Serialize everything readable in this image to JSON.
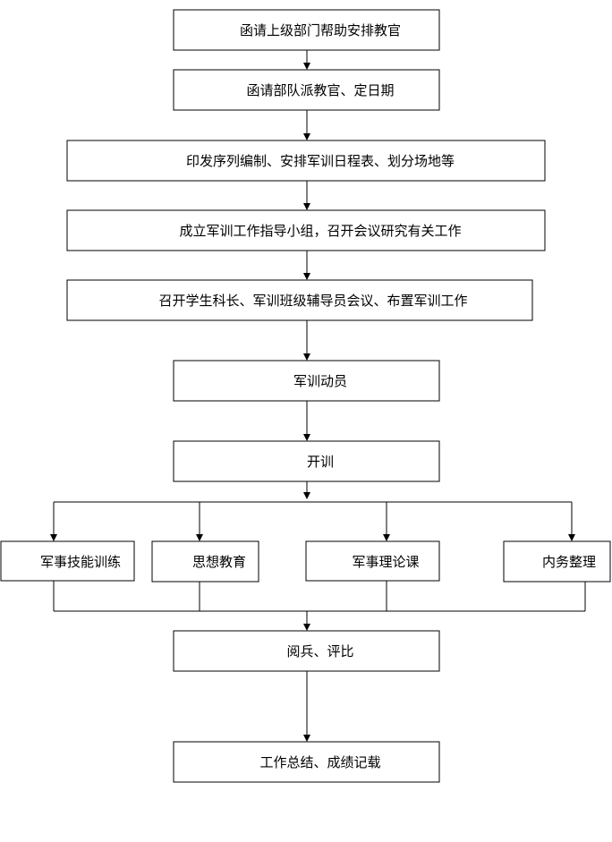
{
  "flowchart": {
    "steps": [
      "函请上级部门帮助安排教官",
      "函请部队派教官、定日期",
      "印发序列编制、安排军训日程表、划分场地等",
      "成立军训工作指导小组，召开会议研究有关工作",
      "召开学生科长、军训班级辅导员会议、布置军训工作",
      "军训动员",
      "开训"
    ],
    "branches": [
      "军事技能训练",
      "思想教育",
      "军事理论课",
      "内务整理"
    ],
    "final_steps": [
      "阅兵、评比",
      "工作总结、成绩记载"
    ]
  }
}
